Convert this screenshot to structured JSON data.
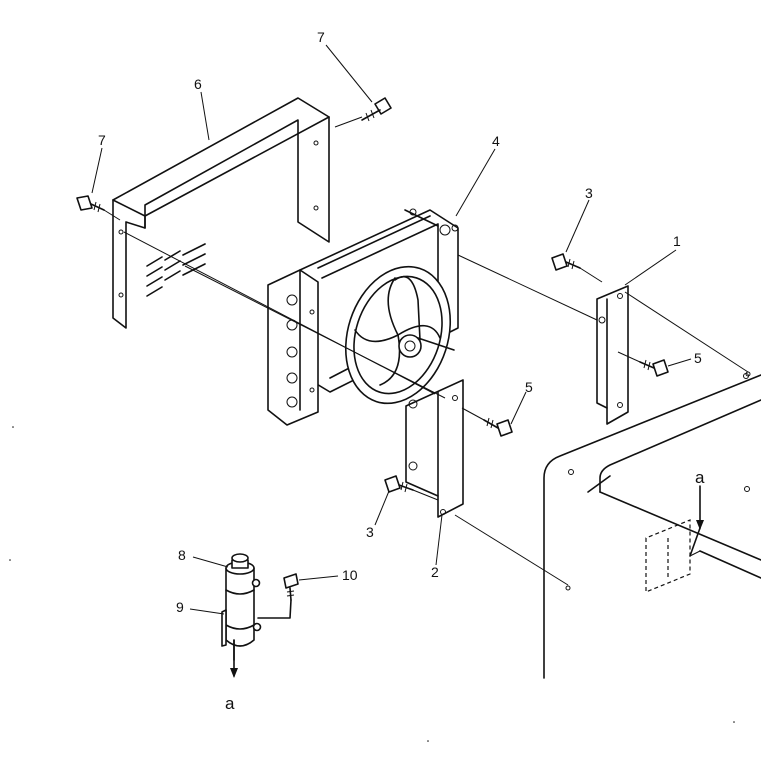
{
  "callouts": {
    "c1": "1",
    "c2": "2",
    "c3a": "3",
    "c3b": "3",
    "c4": "4",
    "c5a": "5",
    "c5b": "5",
    "c6": "6",
    "c7a": "7",
    "c7b": "7",
    "c8": "8",
    "c9": "9",
    "c10": "10"
  },
  "references": {
    "a_top": "a",
    "a_bottom": "a"
  },
  "icons": {
    "bolt": "bolt-icon",
    "fan": "fan-icon",
    "drier": "receiver-drier-icon"
  }
}
